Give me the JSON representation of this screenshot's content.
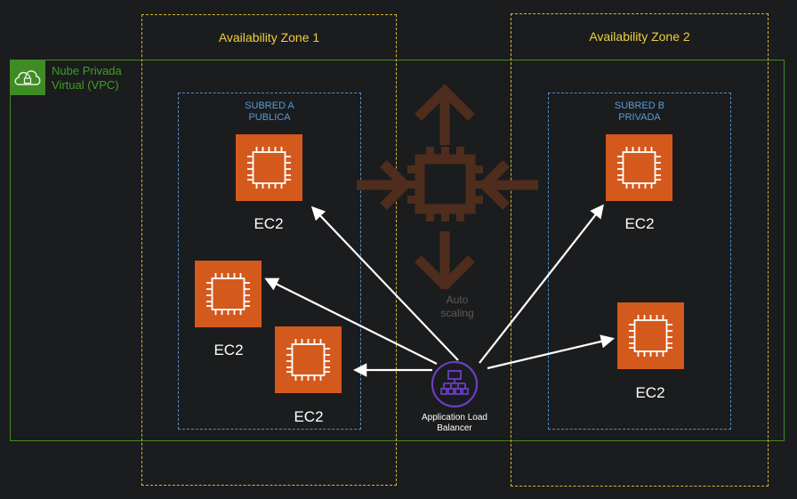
{
  "colors": {
    "background": "#1b1c1e",
    "availability_zone": "#f0cf3c",
    "vpc": "#3f8b24",
    "subnet": "#5a9bd6",
    "ec2": "#d4591d",
    "auto_scaling": "#4e2d1c",
    "load_balancer": "#6a3fc4",
    "arrows": "#ffffff"
  },
  "availability_zones": [
    {
      "label": "Availability Zone 1"
    },
    {
      "label": "Availability Zone 2"
    }
  ],
  "vpc": {
    "label": "Nube Privada Virtual (VPC)",
    "label_line1": "Nube Privada",
    "label_line2": "Virtual (VPC)",
    "icon": "cloud-lock-icon"
  },
  "subnets": [
    {
      "label_line1": "SUBRED A",
      "label_line2": "PUBLICA"
    },
    {
      "label_line1": "SUBRED B",
      "label_line2": "PRIVADA"
    }
  ],
  "ec2_instances": [
    {
      "label": "EC2",
      "subnet": "SUBRED A PUBLICA",
      "icon": "ec2-chip-icon"
    },
    {
      "label": "EC2",
      "subnet": "SUBRED A PUBLICA",
      "icon": "ec2-chip-icon"
    },
    {
      "label": "EC2",
      "subnet": "SUBRED A PUBLICA",
      "icon": "ec2-chip-icon"
    },
    {
      "label": "EC2",
      "subnet": "SUBRED B PRIVADA",
      "icon": "ec2-chip-icon"
    },
    {
      "label": "EC2",
      "subnet": "SUBRED B PRIVADA",
      "icon": "ec2-chip-icon"
    }
  ],
  "auto_scaling": {
    "label_line1": "Auto",
    "label_line2": "scaling",
    "icon": "auto-scaling-icon"
  },
  "load_balancer": {
    "label_line1": "Application Load",
    "label_line2": "Balancer",
    "icon": "load-balancer-icon"
  },
  "connections": [
    {
      "from": "Application Load Balancer",
      "to": "EC2 (Subred A, top)"
    },
    {
      "from": "Application Load Balancer",
      "to": "EC2 (Subred A, middle)"
    },
    {
      "from": "Application Load Balancer",
      "to": "EC2 (Subred A, bottom)"
    },
    {
      "from": "Application Load Balancer",
      "to": "EC2 (Subred B, top)"
    },
    {
      "from": "Application Load Balancer",
      "to": "EC2 (Subred B, bottom)"
    }
  ]
}
